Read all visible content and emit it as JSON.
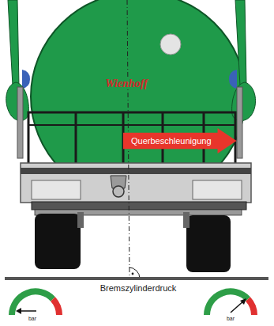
{
  "diagram": {
    "nodes": [
      {
        "text": [
          "Querbeschleunigung"
        ]
      }
    ],
    "labels": [
      "Wienhoff",
      "Bremszylinderdruck",
      "bar",
      "bar"
    ]
  }
}
